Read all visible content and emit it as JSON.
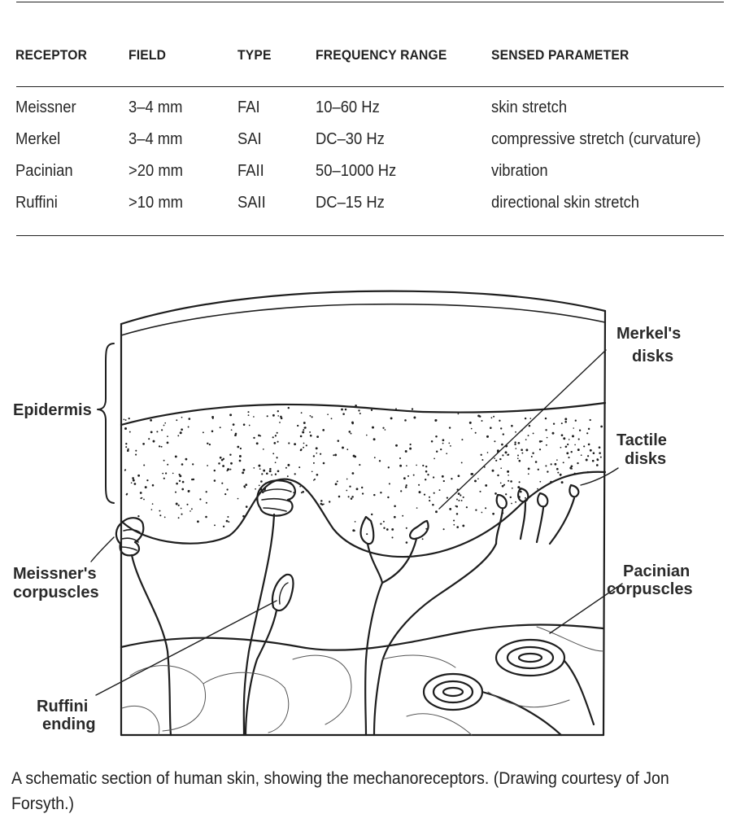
{
  "table": {
    "headers": [
      "RECEPTOR",
      "FIELD",
      "TYPE",
      "FREQUENCY RANGE",
      "SENSED PARAMETER"
    ],
    "rows": [
      [
        "Meissner",
        "3–4 mm",
        "FAI",
        "10–60 Hz",
        "skin stretch"
      ],
      [
        "Merkel",
        "3–4 mm",
        "SAI",
        "DC–30 Hz",
        "compressive stretch (curvature)"
      ],
      [
        "Pacinian",
        ">20 mm",
        "FAII",
        "50–1000 Hz",
        "vibration"
      ],
      [
        "Ruffini",
        ">10 mm",
        "SAII",
        "DC–15 Hz",
        "directional skin stretch"
      ]
    ]
  },
  "diagram": {
    "labels": {
      "epidermis": "Epidermis",
      "merkels_disks": [
        "Merkel's",
        "disks"
      ],
      "tactile_disks": [
        "Tactile",
        "disks"
      ],
      "meissners_corpuscles": [
        "Meissner's",
        "corpuscles"
      ],
      "pacinian_corpuscles": [
        "Pacinian",
        "corpuscles"
      ],
      "ruffini_ending": [
        "Ruffini",
        "ending"
      ]
    }
  },
  "caption": "A schematic section of human skin, showing the mechanoreceptors. (Drawing courtesy of Jon Forsyth.)"
}
